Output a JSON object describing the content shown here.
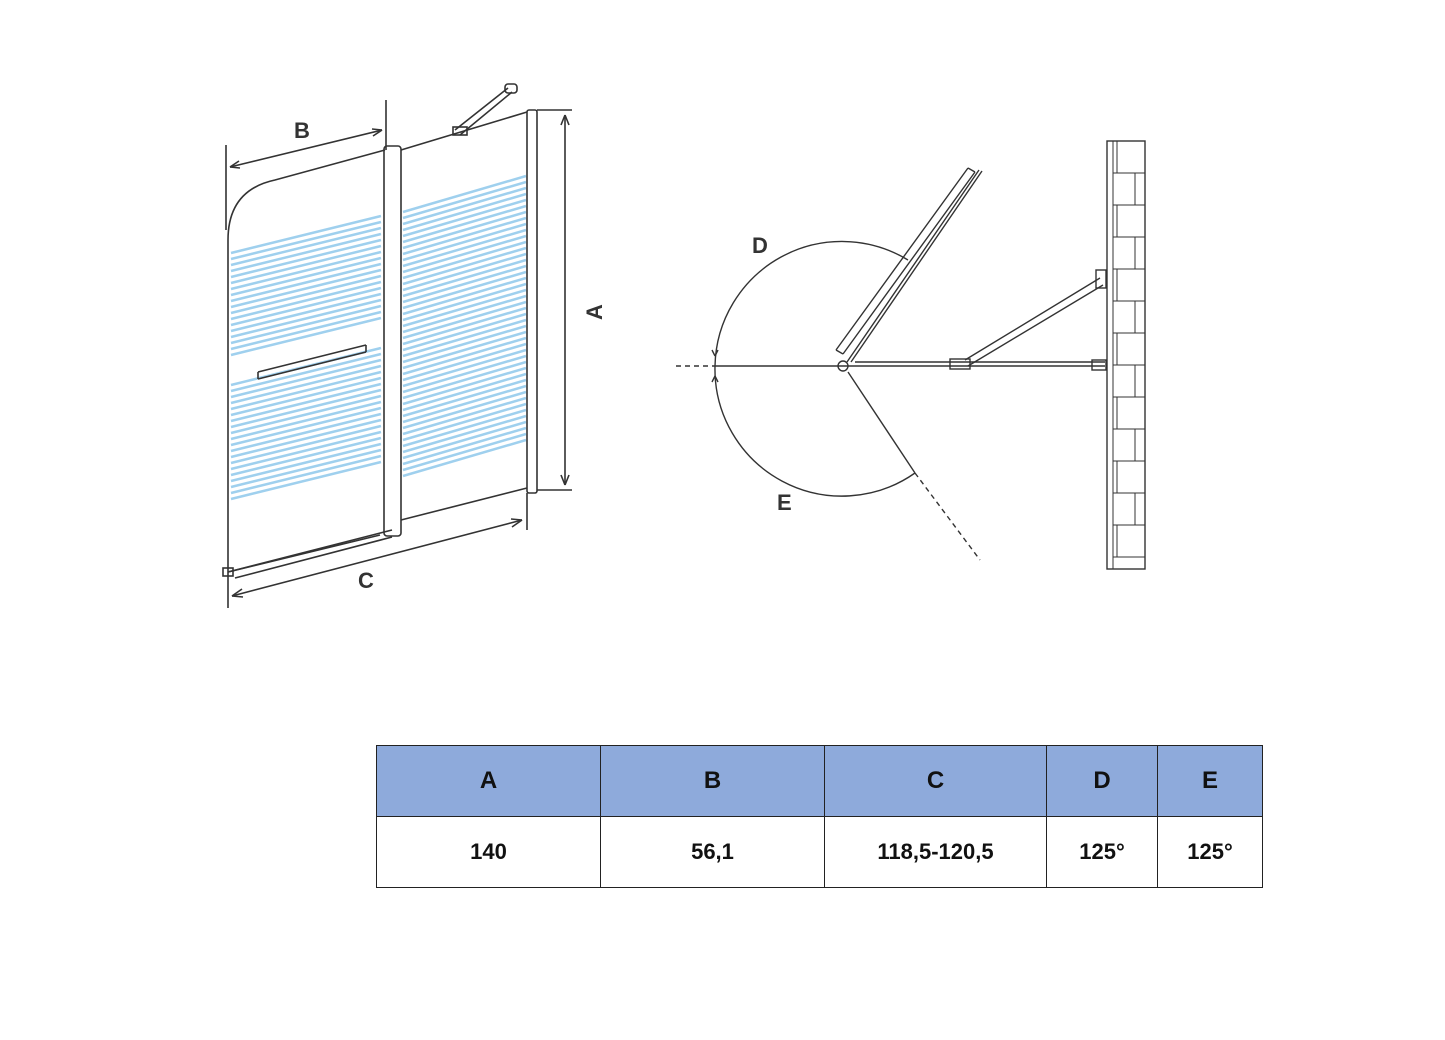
{
  "drawing": {
    "front_labels": {
      "a": "A",
      "b": "B",
      "c": "C"
    },
    "top_labels": {
      "d": "D",
      "e": "E"
    },
    "colors": {
      "stripe": "#9fd0ee",
      "line": "#333333",
      "header": "#8eaadb"
    }
  },
  "table": {
    "headers": [
      "A",
      "B",
      "C",
      "D",
      "E"
    ],
    "values": [
      "140",
      "56,1",
      "118,5-120,5",
      "125°",
      "125°"
    ]
  }
}
